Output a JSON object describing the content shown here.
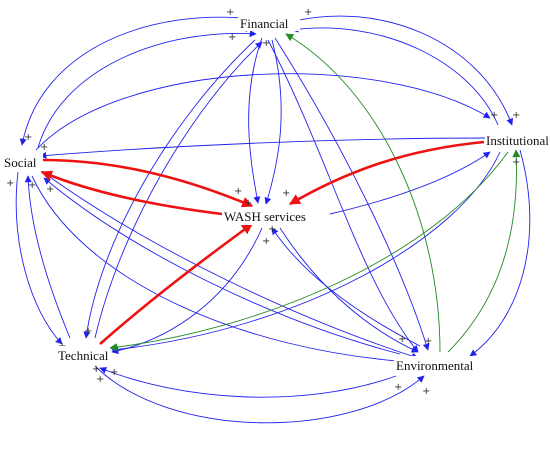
{
  "colors": {
    "background": "#ffffff",
    "blue_link": "#2222ee",
    "green_link": "#228b22",
    "red_link": "#ee1111",
    "label_text": "#111111",
    "sign_text": "#333333"
  },
  "nodes": [
    {
      "id": "financial",
      "label": "Financial"
    },
    {
      "id": "institutional",
      "label": "Institutional"
    },
    {
      "id": "social",
      "label": "Social"
    },
    {
      "id": "wash",
      "label": "WASH services"
    },
    {
      "id": "technical",
      "label": "Technical"
    },
    {
      "id": "environmental",
      "label": "Environmental"
    }
  ],
  "link_signs": {
    "positive": "+"
  },
  "links": [
    {
      "from": "social",
      "to": "wash",
      "sign": "+",
      "color": "red"
    },
    {
      "from": "wash",
      "to": "social",
      "sign": "+",
      "color": "red"
    },
    {
      "from": "institutional",
      "to": "wash",
      "sign": "+",
      "color": "red"
    },
    {
      "from": "technical",
      "to": "wash",
      "sign": "+",
      "color": "red"
    },
    {
      "from": "environmental",
      "to": "financial",
      "sign": "+",
      "color": "green"
    },
    {
      "from": "environmental",
      "to": "institutional",
      "sign": "+",
      "color": "green"
    },
    {
      "from": "institutional",
      "to": "technical",
      "sign": "+",
      "color": "green"
    },
    {
      "from": "financial",
      "to": "institutional",
      "sign": "+",
      "color": "blue"
    },
    {
      "from": "institutional",
      "to": "financial",
      "sign": "+",
      "color": "blue"
    },
    {
      "from": "financial",
      "to": "social",
      "sign": "+",
      "color": "blue"
    },
    {
      "from": "social",
      "to": "financial",
      "sign": "+",
      "color": "blue"
    },
    {
      "from": "financial",
      "to": "wash",
      "sign": "+",
      "color": "blue"
    },
    {
      "from": "financial",
      "to": "technical",
      "sign": "+",
      "color": "blue"
    },
    {
      "from": "technical",
      "to": "financial",
      "sign": "+",
      "color": "blue"
    },
    {
      "from": "financial",
      "to": "environmental",
      "sign": "+",
      "color": "blue"
    },
    {
      "from": "institutional",
      "to": "social",
      "sign": "+",
      "color": "blue"
    },
    {
      "from": "social",
      "to": "institutional",
      "sign": "+",
      "color": "blue"
    },
    {
      "from": "wash",
      "to": "institutional",
      "sign": "+",
      "color": "blue"
    },
    {
      "from": "institutional",
      "to": "environmental",
      "sign": "+",
      "color": "blue"
    },
    {
      "from": "social",
      "to": "technical",
      "sign": "+",
      "color": "blue"
    },
    {
      "from": "technical",
      "to": "social",
      "sign": "+",
      "color": "blue"
    },
    {
      "from": "social",
      "to": "environmental",
      "sign": "+",
      "color": "blue"
    },
    {
      "from": "environmental",
      "to": "social",
      "sign": "+",
      "color": "blue"
    },
    {
      "from": "wash",
      "to": "technical",
      "sign": "+",
      "color": "blue"
    },
    {
      "from": "wash",
      "to": "environmental",
      "sign": "+",
      "color": "blue"
    },
    {
      "from": "environmental",
      "to": "wash",
      "sign": "+",
      "color": "blue"
    },
    {
      "from": "technical",
      "to": "environmental",
      "sign": "+",
      "color": "blue"
    },
    {
      "from": "environmental",
      "to": "technical",
      "sign": "+",
      "color": "blue"
    }
  ]
}
